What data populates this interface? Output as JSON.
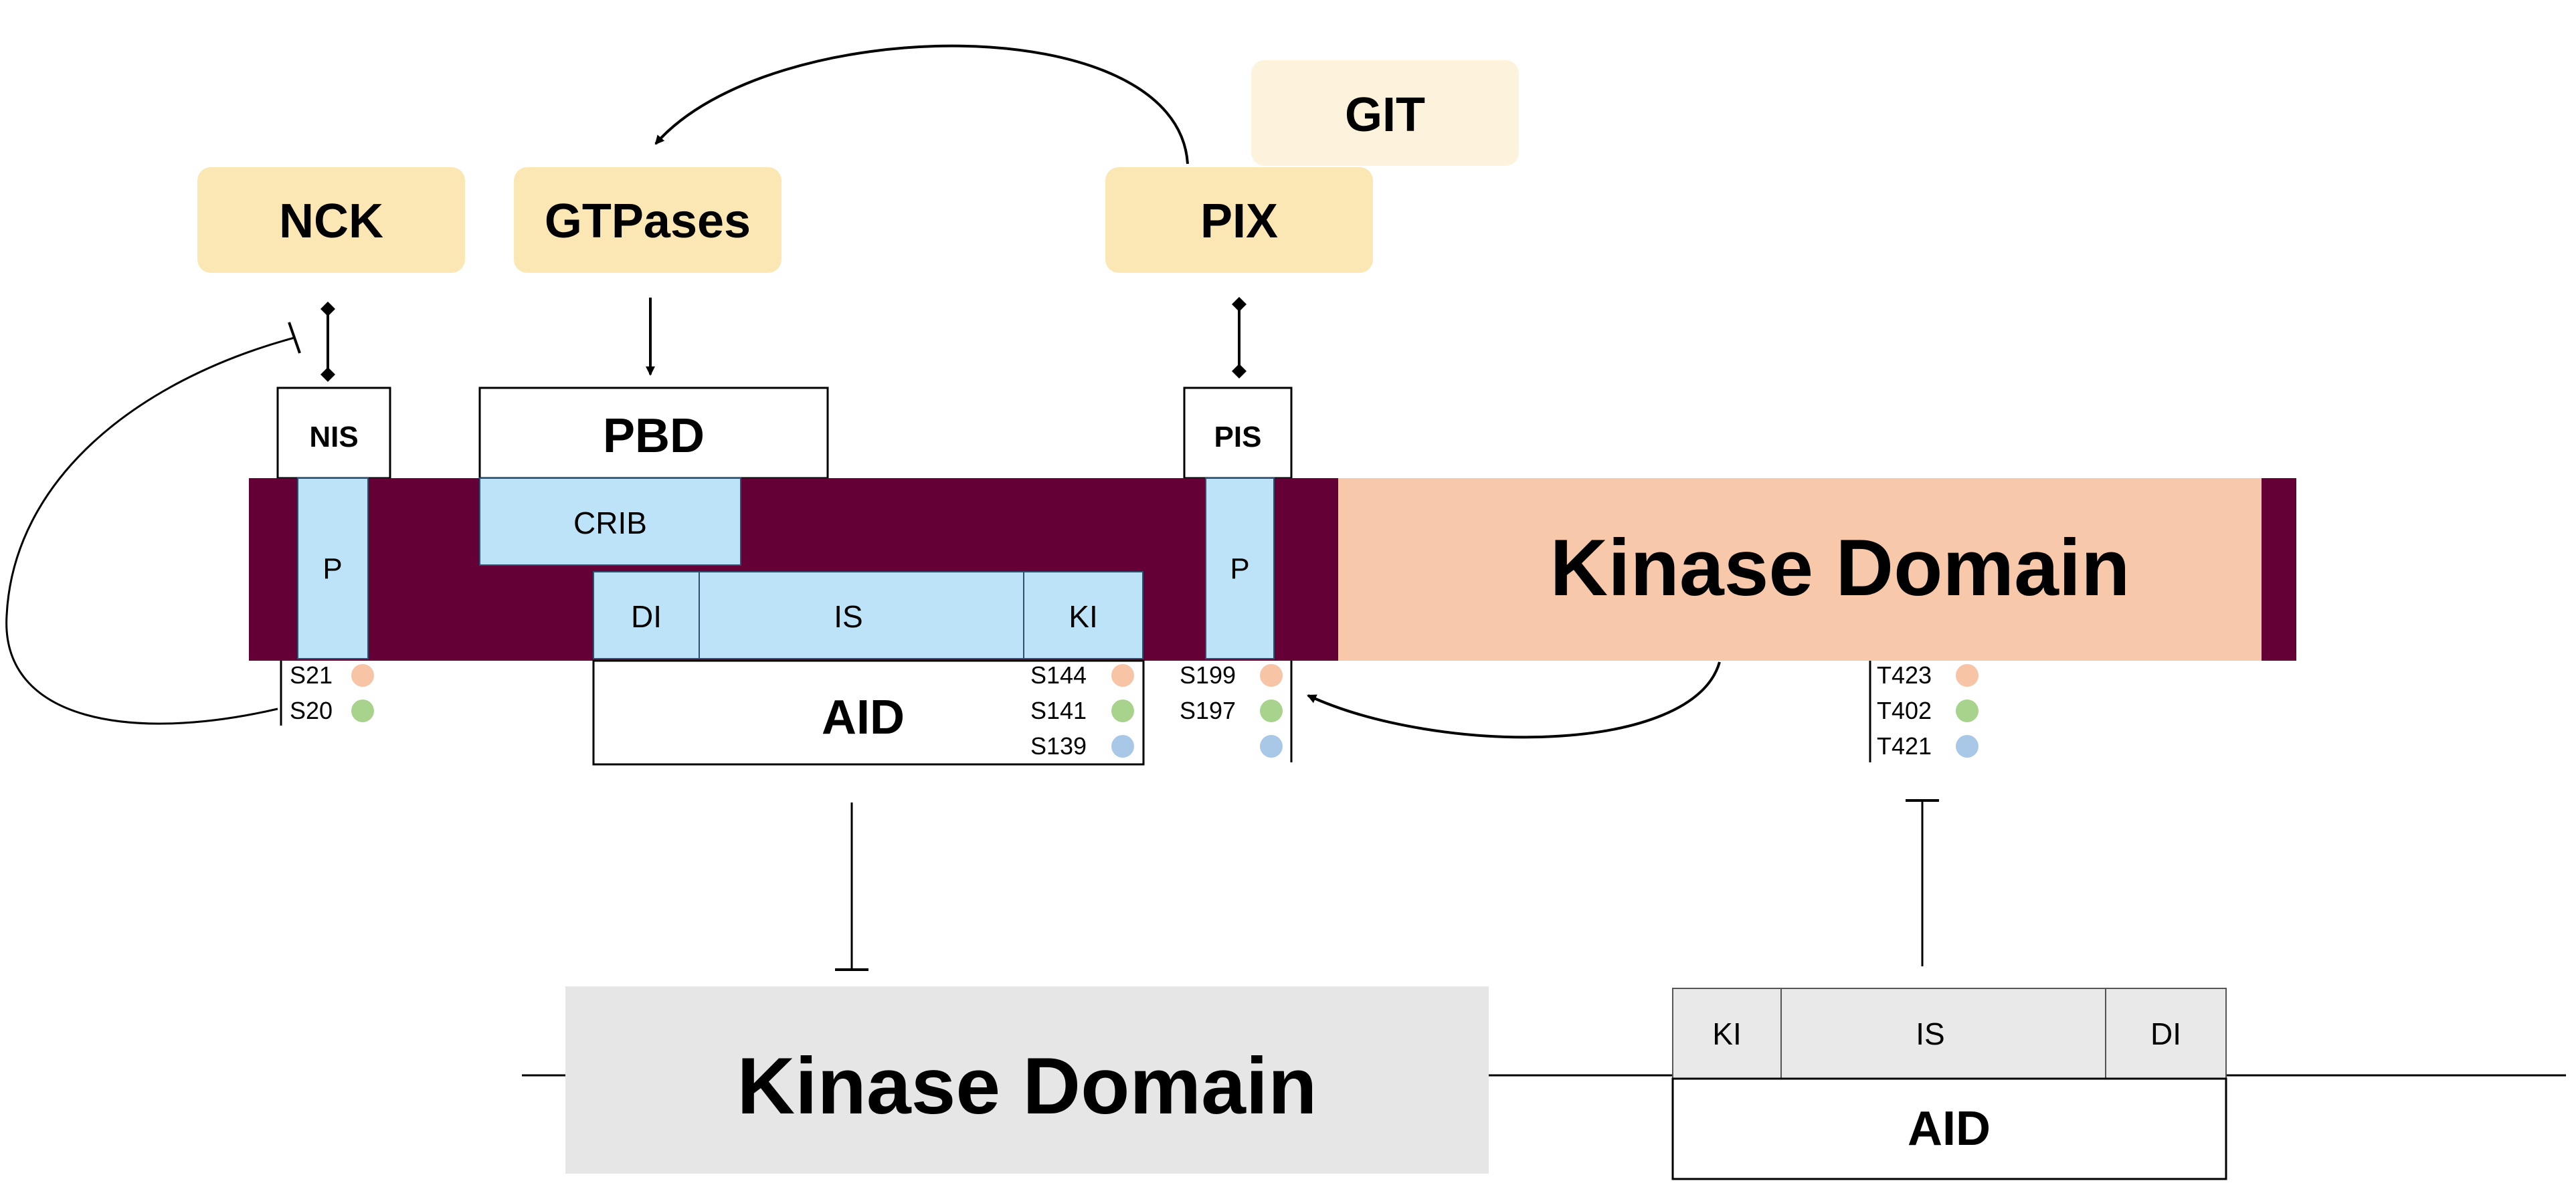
{
  "partners": {
    "nck": "NCK",
    "gtpases": "GTPases",
    "pix": "PIX",
    "git": "GIT"
  },
  "domains": {
    "nis": "NIS",
    "pbd": "PBD",
    "pis": "PIS",
    "crib": "CRIB",
    "p1": "P",
    "p2": "P",
    "di": "DI",
    "is": "IS",
    "ki": "KI",
    "aid": "AID",
    "kinase_domain": "Kinase Domain"
  },
  "sites": {
    "nis": [
      "S21",
      "S20"
    ],
    "aid": [
      "S144",
      "S141",
      "S139"
    ],
    "pis": [
      "S199",
      "S197"
    ],
    "kinase": [
      "T423",
      "T402",
      "T421"
    ]
  },
  "inactive": {
    "kinase_domain": "Kinase Domain",
    "ki": "KI",
    "is": "IS",
    "di": "DI",
    "aid": "AID"
  },
  "colors": {
    "backbone": "#640035",
    "kinase": "#F7C8AA",
    "segment": "#BDE3F8",
    "partner": "#FBE7B4",
    "partner_faded": "#FDF3DC",
    "inactive_kinase": "#E6E6E6",
    "inactive_segment": "#E9E9E9",
    "dot_orange": "#F7C4A5",
    "dot_green": "#A8D38C",
    "dot_blue": "#A9C8E8"
  }
}
